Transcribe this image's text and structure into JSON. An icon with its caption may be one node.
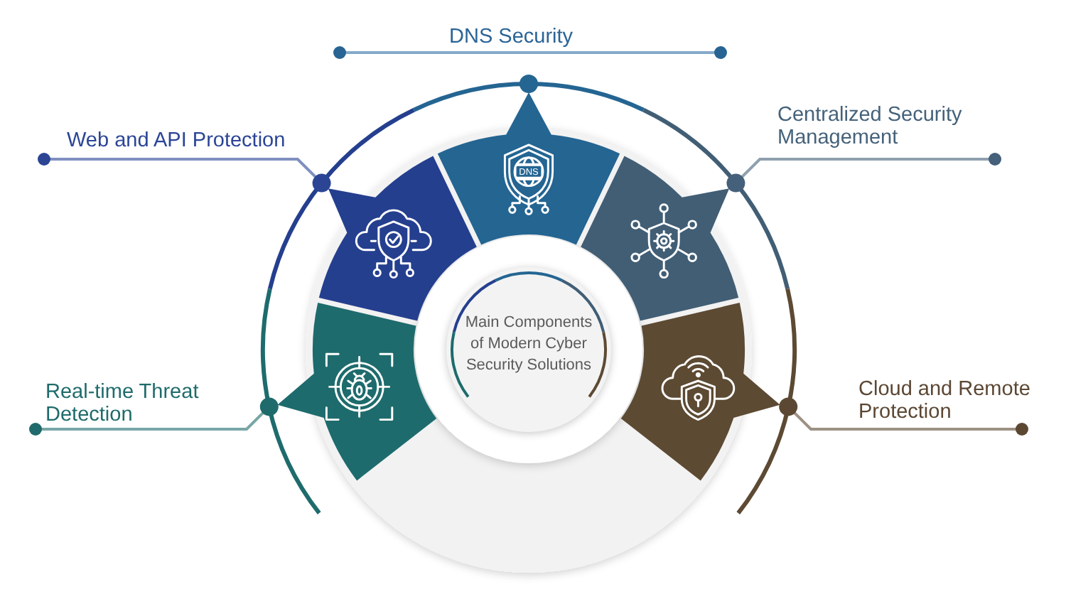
{
  "diagram": {
    "nodes": [
      {
        "text": [
          "Web and API Protection"
        ]
      },
      {
        "text": [
          "Centralized Security Management"
        ]
      },
      {
        "text": [],
        "shape": "sector"
      },
      {
        "text": [],
        "shape": "sector"
      },
      {
        "text": [],
        "shape": "sector"
      },
      {
        "text": [
          "Main Components of Modern Cyber Security Solutions"
        ]
      },
      {
        "text": [],
        "shape": "sector"
      },
      {
        "text": [],
        "shape": "sector"
      },
      {
        "text": [
          "Real-time Threat Detection"
        ]
      },
      {
        "text": [
          "Cloud and Remote Protection"
        ]
      }
    ],
    "edges": [
      {
        "from": 0,
        "to": 3,
        "arrow": "other",
        "color": "#2b4594"
      },
      {
        "from": 1,
        "to": 4,
        "arrow": "other",
        "color": "#45607a"
      },
      {
        "from": 8,
        "to": 6,
        "arrow": "other",
        "color": "#1f6b6c"
      },
      {
        "from": 9,
        "to": 7,
        "arrow": "other",
        "color": "#5c4832"
      }
    ],
    "labels": [
      "DNS Security",
      "DNS"
    ]
  }
}
